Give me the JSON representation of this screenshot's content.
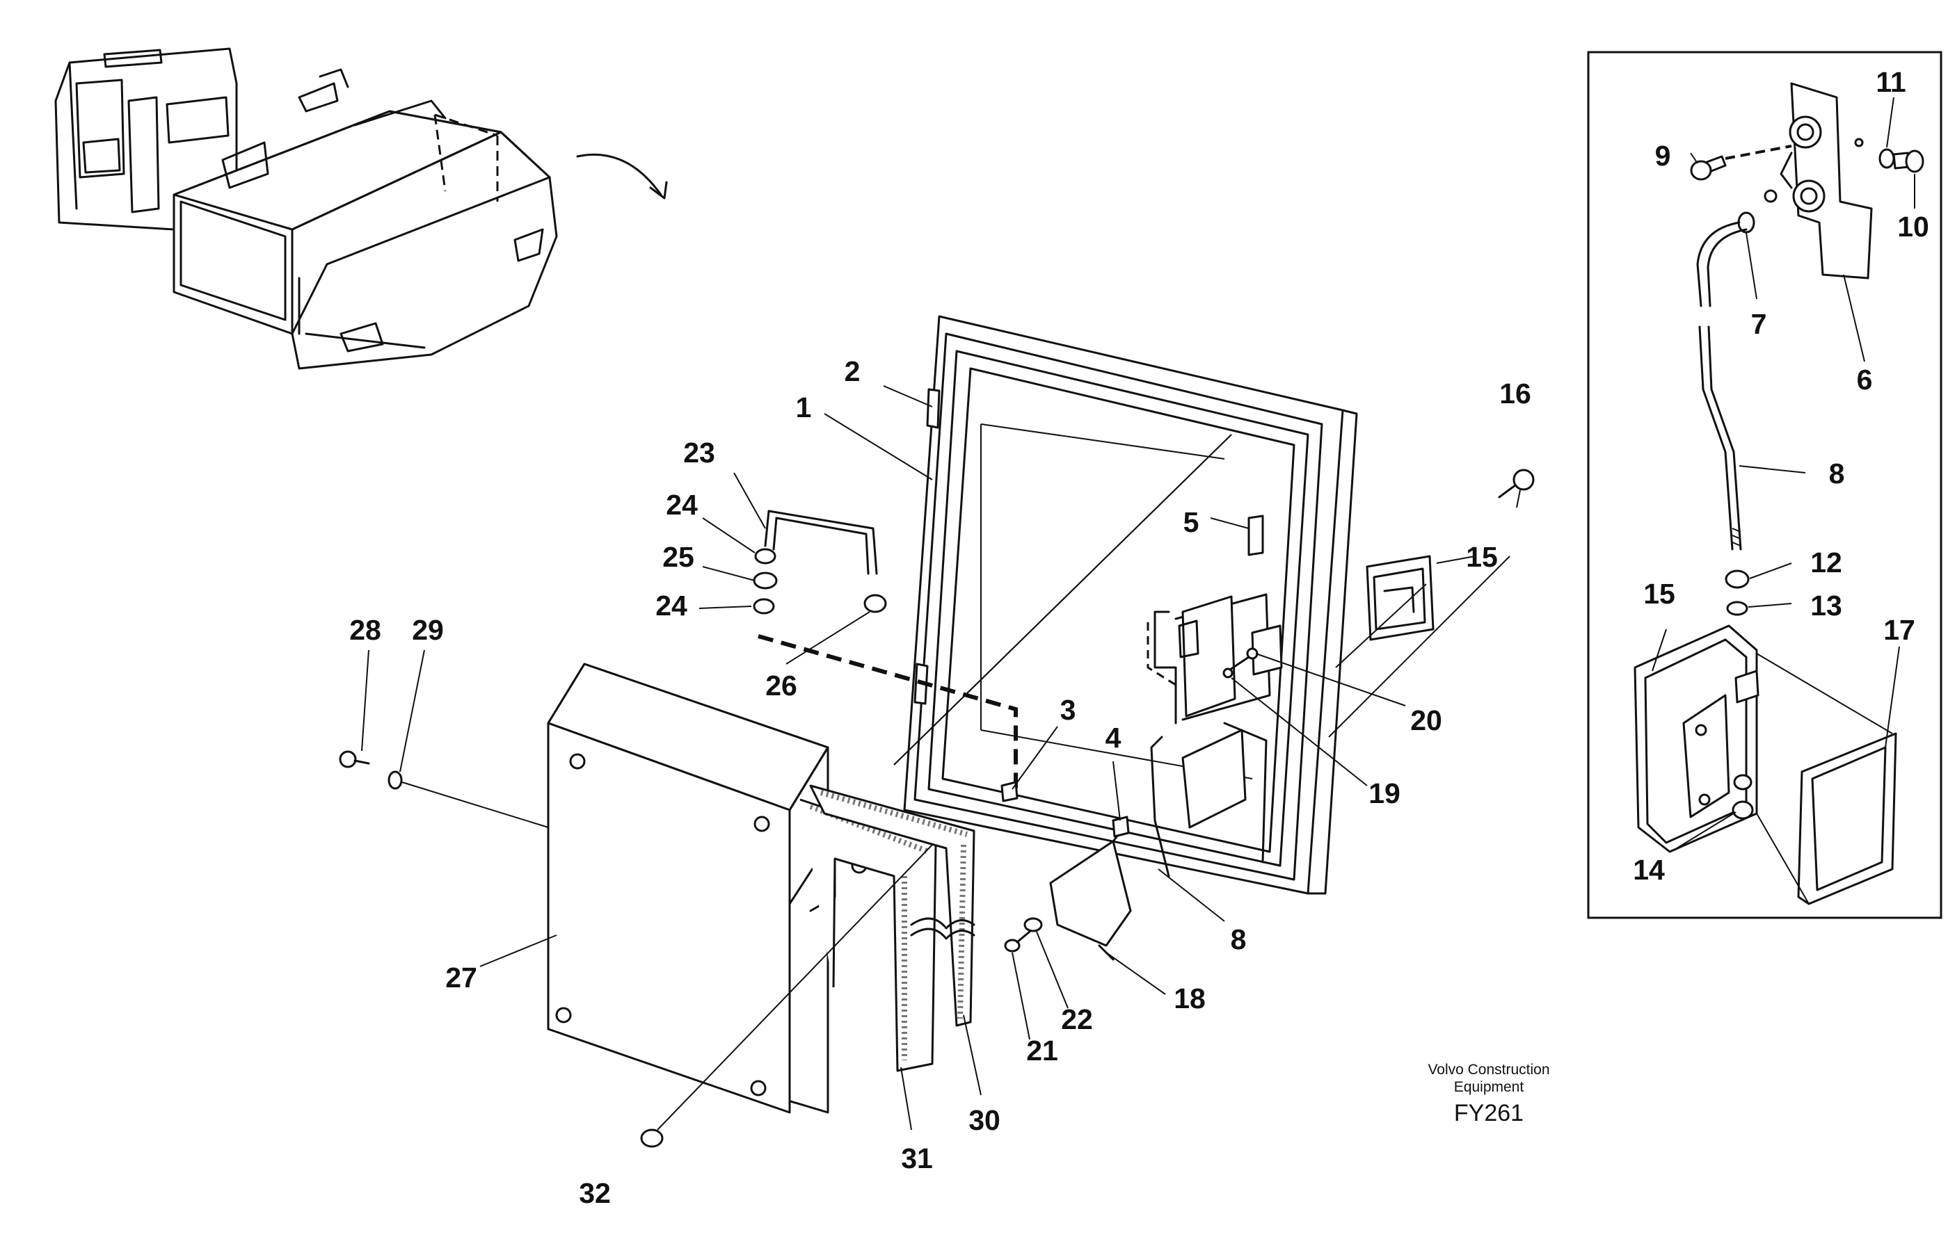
{
  "diagram": {
    "callouts": {
      "main": [
        "1",
        "2",
        "3",
        "4",
        "5",
        "8",
        "15",
        "16",
        "18",
        "19",
        "20",
        "21",
        "22",
        "23",
        "24",
        "25",
        "24",
        "26",
        "27",
        "28",
        "29",
        "30",
        "31",
        "32"
      ],
      "inset": [
        "11",
        "9",
        "10",
        "7",
        "6",
        "8",
        "12",
        "15",
        "13",
        "17",
        "14"
      ]
    },
    "caption": {
      "line1": "Volvo Construction",
      "line2": "Equipment",
      "code": "FY261"
    }
  }
}
